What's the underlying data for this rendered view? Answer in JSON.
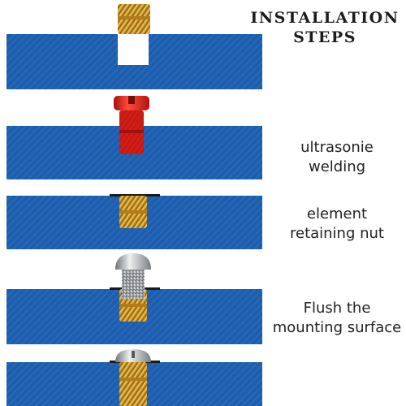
{
  "title": {
    "line1": "INSTALLATION",
    "line2": "STEPS"
  },
  "steps": [
    {
      "id": "drilled-hole",
      "label_line1": "",
      "label_line2": ""
    },
    {
      "id": "ultrasonic-welding",
      "label_line1": "ultrasonie",
      "label_line2": "welding"
    },
    {
      "id": "element-retaining-nut",
      "label_line1": "element",
      "label_line2": "retaining nut"
    },
    {
      "id": "flush-mounting",
      "label_line1": "Flush the",
      "label_line2": "mounting surface"
    },
    {
      "id": "screw-installed",
      "label_line1": "",
      "label_line2": ""
    }
  ],
  "colors": {
    "panel": "#1d5fae",
    "panel_hatch": "#3b7cc8",
    "brass": "#d9a531",
    "brass_dark": "#9e6f12",
    "weld_tool": "#e0201a",
    "screw": "#b9bcc0"
  },
  "icons": [
    "brass-insert-icon",
    "welding-horn-icon",
    "screw-icon"
  ]
}
